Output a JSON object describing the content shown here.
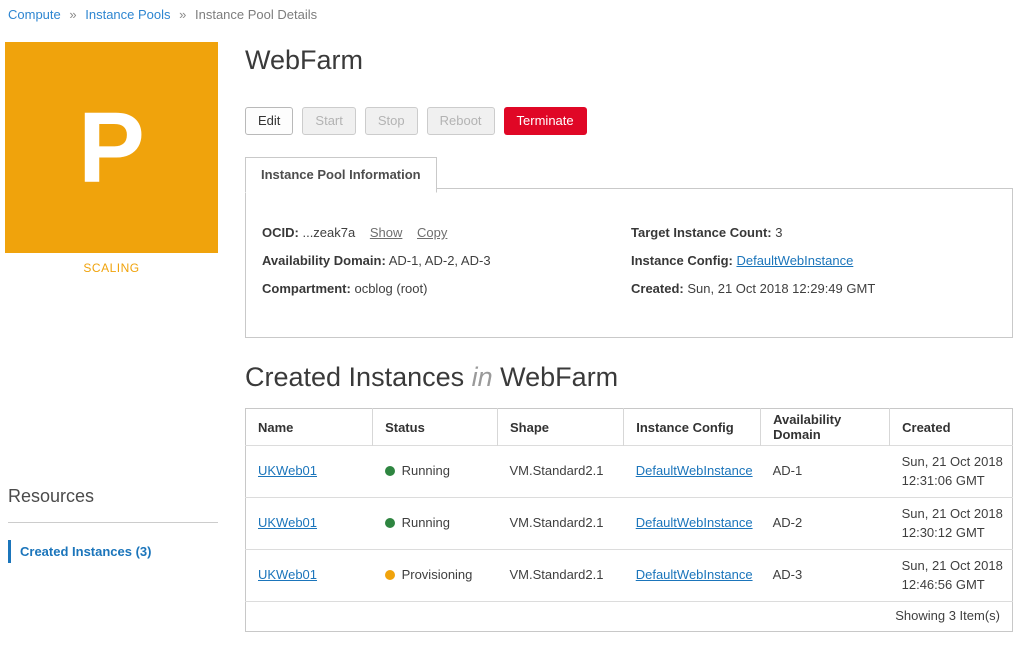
{
  "breadcrumb": {
    "separator": "»",
    "items": [
      {
        "label": "Compute"
      },
      {
        "label": "Instance Pools"
      },
      {
        "label": "Instance Pool Details"
      }
    ]
  },
  "pool": {
    "initial": "P",
    "state": "SCALING",
    "title": "WebFarm",
    "actions": {
      "edit": "Edit",
      "start": "Start",
      "stop": "Stop",
      "reboot": "Reboot",
      "terminate": "Terminate"
    },
    "tab_label": "Instance Pool Information",
    "info": {
      "ocid_label": "OCID:",
      "ocid_value": "...zeak7a",
      "show_link": "Show",
      "copy_link": "Copy",
      "availability_domain_label": "Availability Domain:",
      "availability_domain_value": "AD-1, AD-2, AD-3",
      "compartment_label": "Compartment:",
      "compartment_value": "ocblog (root)",
      "target_count_label": "Target Instance Count:",
      "target_count_value": "3",
      "instance_config_label": "Instance Config:",
      "instance_config_value": "DefaultWebInstance",
      "created_label": "Created:",
      "created_value": "Sun, 21 Oct 2018 12:29:49 GMT"
    }
  },
  "instances_section": {
    "heading_prefix": "Created Instances ",
    "heading_conjunction": "in",
    "heading_target": " WebFarm",
    "table": {
      "columns": [
        "Name",
        "Status",
        "Shape",
        "Instance Config",
        "Availability Domain",
        "Created"
      ],
      "rows": [
        {
          "name": "UKWeb01",
          "status": "Running",
          "status_color": "#2e8540",
          "shape": "VM.Standard2.1",
          "instance_config": "DefaultWebInstance",
          "availability_domain": "AD-1",
          "created": "Sun, 21 Oct 2018 12:31:06 GMT"
        },
        {
          "name": "UKWeb01",
          "status": "Running",
          "status_color": "#2e8540",
          "shape": "VM.Standard2.1",
          "instance_config": "DefaultWebInstance",
          "availability_domain": "AD-2",
          "created": "Sun, 21 Oct 2018 12:30:12 GMT"
        },
        {
          "name": "UKWeb01",
          "status": "Provisioning",
          "status_color": "#f0a30c",
          "shape": "VM.Standard2.1",
          "instance_config": "DefaultWebInstance",
          "availability_domain": "AD-3",
          "created": "Sun, 21 Oct 2018 12:46:56 GMT"
        }
      ],
      "footer": "Showing 3 Item(s)"
    }
  },
  "sidebar": {
    "heading": "Resources",
    "items": [
      {
        "label": "Created Instances (3)",
        "active": true
      }
    ]
  },
  "colors": {
    "accent_orange": "#f0a30c",
    "breadcrumb_blue": "#2e86d1",
    "link_blue": "#1b75bb",
    "terminate_red": "#e00726",
    "status_green": "#2e8540",
    "status_orange": "#f0a30c"
  }
}
